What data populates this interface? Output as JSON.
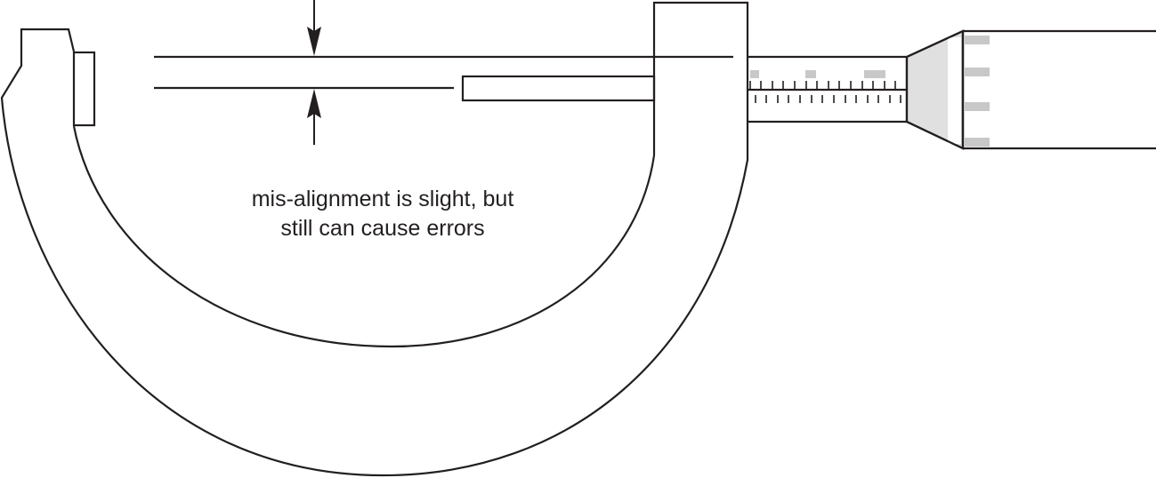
{
  "diagram": {
    "subject": "micrometer",
    "caption": {
      "line1": "mis-alignment is slight, but",
      "line2": "still can cause errors"
    },
    "colors": {
      "stroke": "#231f20",
      "scale_mark_fill": "#c8c8c8",
      "thimble_cone_fill": "#e0e0e0",
      "background": "#ffffff"
    },
    "parts": [
      "frame",
      "anvil",
      "spindle",
      "sleeve",
      "thimble",
      "reference-lines",
      "dimension-arrows"
    ]
  }
}
